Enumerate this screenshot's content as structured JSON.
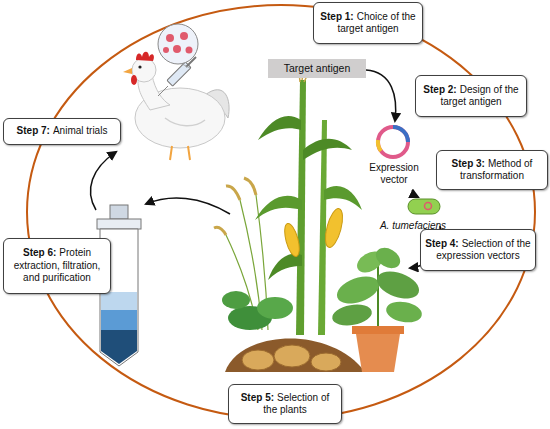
{
  "diagram": {
    "nodes": [
      {
        "text": [
          "Step 1:",
          "Choice of the target antigen"
        ]
      },
      {
        "text": [
          "Target antigen"
        ]
      },
      {
        "text": [
          "Step 2:",
          "Design of the target antigen"
        ]
      },
      {
        "text": [
          "Step 3:",
          "Method of transformation"
        ]
      },
      {
        "text": [
          "Step 4:",
          "Selection of the expression vectors"
        ]
      },
      {
        "text": [
          "Step 5:",
          "Selection of the plants"
        ]
      },
      {
        "text": [
          "Step 6:",
          "Protein extraction, filtration, and purification"
        ]
      },
      {
        "text": [
          "Step 7:",
          "Animal trials"
        ]
      }
    ],
    "labels": [
      "Expression vector",
      "A. tumefaciens"
    ]
  }
}
